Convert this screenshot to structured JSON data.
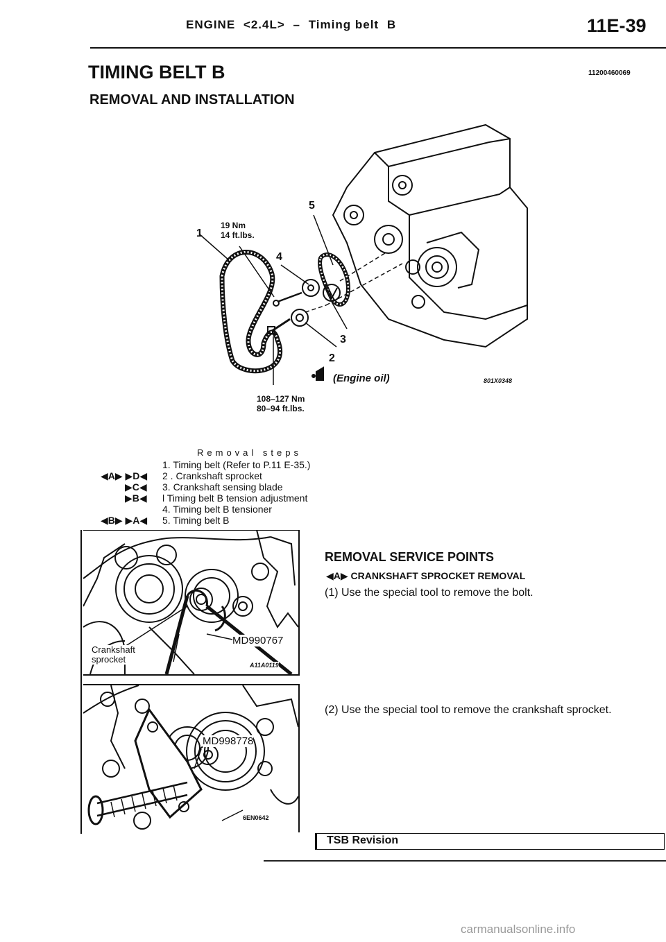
{
  "header": {
    "title_prefix": "ENGINE",
    "title_model": "<2.4L>",
    "title_dash": "–",
    "title_main": "Timing belt",
    "title_suffix": "B",
    "page_number": "11E-39",
    "doc_code": "11200460069"
  },
  "section": {
    "title": "TIMING BELT B",
    "subtitle": "REMOVAL AND INSTALLATION"
  },
  "main_figure": {
    "callouts": [
      "1",
      "2",
      "3",
      "4",
      "5"
    ],
    "torque_upper_nm": "19 Nm",
    "torque_upper_ftlbs": "14 ft.lbs.",
    "torque_lower_nm": "108–127 Nm",
    "torque_lower_ftlbs": "80–94 ft.lbs.",
    "engine_oil": "(Engine oil)",
    "figure_code": "801X0348"
  },
  "removal_steps": {
    "heading": "Removal steps",
    "steps": [
      {
        "marks": "",
        "text": "1. Timing belt (Refer to P.11 E-35.)"
      },
      {
        "marks": "◀A▶ ▶D◀",
        "text": "2 . Crankshaft sprocket"
      },
      {
        "marks": "▶C◀",
        "text": "3. Crankshaft sensing blade"
      },
      {
        "marks": "▶B◀",
        "text": "l Timing belt B tension adjustment"
      },
      {
        "marks": "",
        "text": "4. Timing belt B tensioner"
      },
      {
        "marks": "◀B▶ ▶A◀",
        "text": "5. Timing belt B"
      }
    ]
  },
  "figure_a": {
    "label_part_line1": "Crankshaft",
    "label_part_line2": "sprocket",
    "label_tool": "MD990767",
    "figure_code": "A11A0119"
  },
  "figure_b": {
    "label_tool": "MD998778",
    "figure_code": "6EN0642"
  },
  "service_points": {
    "title": "REMOVAL SERVICE POINTS",
    "sub_mark": "◀A▶",
    "sub_title": "CRANKSHAFT SPROCKET REMOVAL",
    "para1": "(1) Use the special tool to remove the bolt.",
    "para2": "(2) Use the special tool to remove the crankshaft sprocket."
  },
  "tsb": {
    "label": "TSB Revision"
  },
  "footer": {
    "watermark": "carmanualsonline.info"
  }
}
